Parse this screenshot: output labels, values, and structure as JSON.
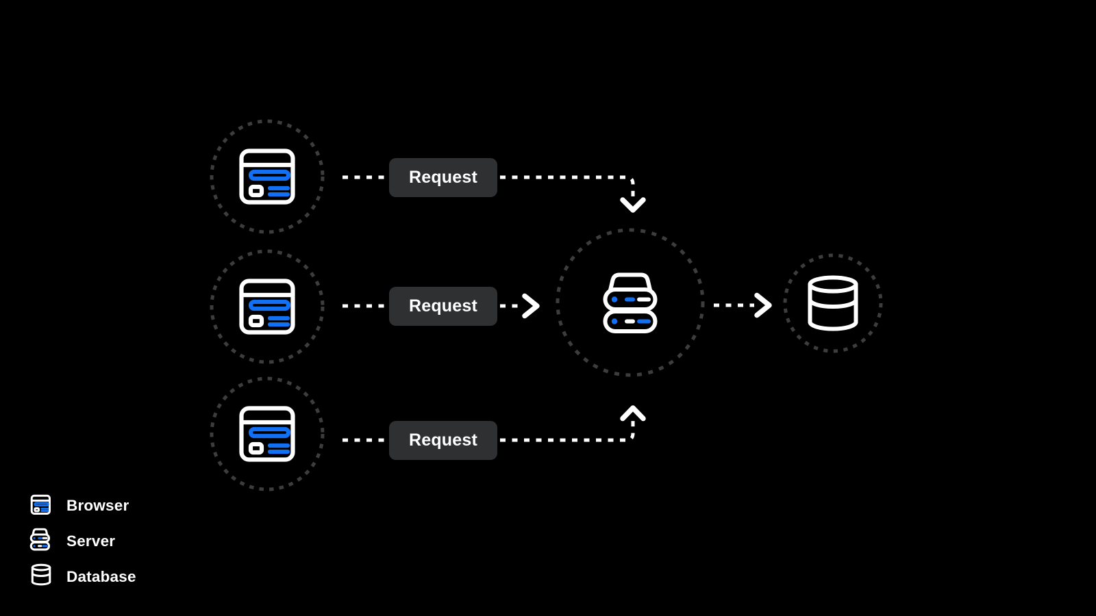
{
  "diagram": {
    "requests": [
      {
        "label": "Request"
      },
      {
        "label": "Request"
      },
      {
        "label": "Request"
      }
    ],
    "nodes": {
      "clients": [
        "browser-icon",
        "browser-icon",
        "browser-icon"
      ],
      "center": "server-icon",
      "right": "database-icon"
    }
  },
  "legend": {
    "items": [
      {
        "icon": "browser-icon",
        "label": "Browser"
      },
      {
        "icon": "server-icon",
        "label": "Server"
      },
      {
        "icon": "database-icon",
        "label": "Database"
      }
    ]
  },
  "colors": {
    "background": "#000000",
    "accent_blue": "#1170f4",
    "chip_bg": "#2e3032",
    "dashed_circle": "#3d3d3d",
    "white": "#ffffff"
  }
}
